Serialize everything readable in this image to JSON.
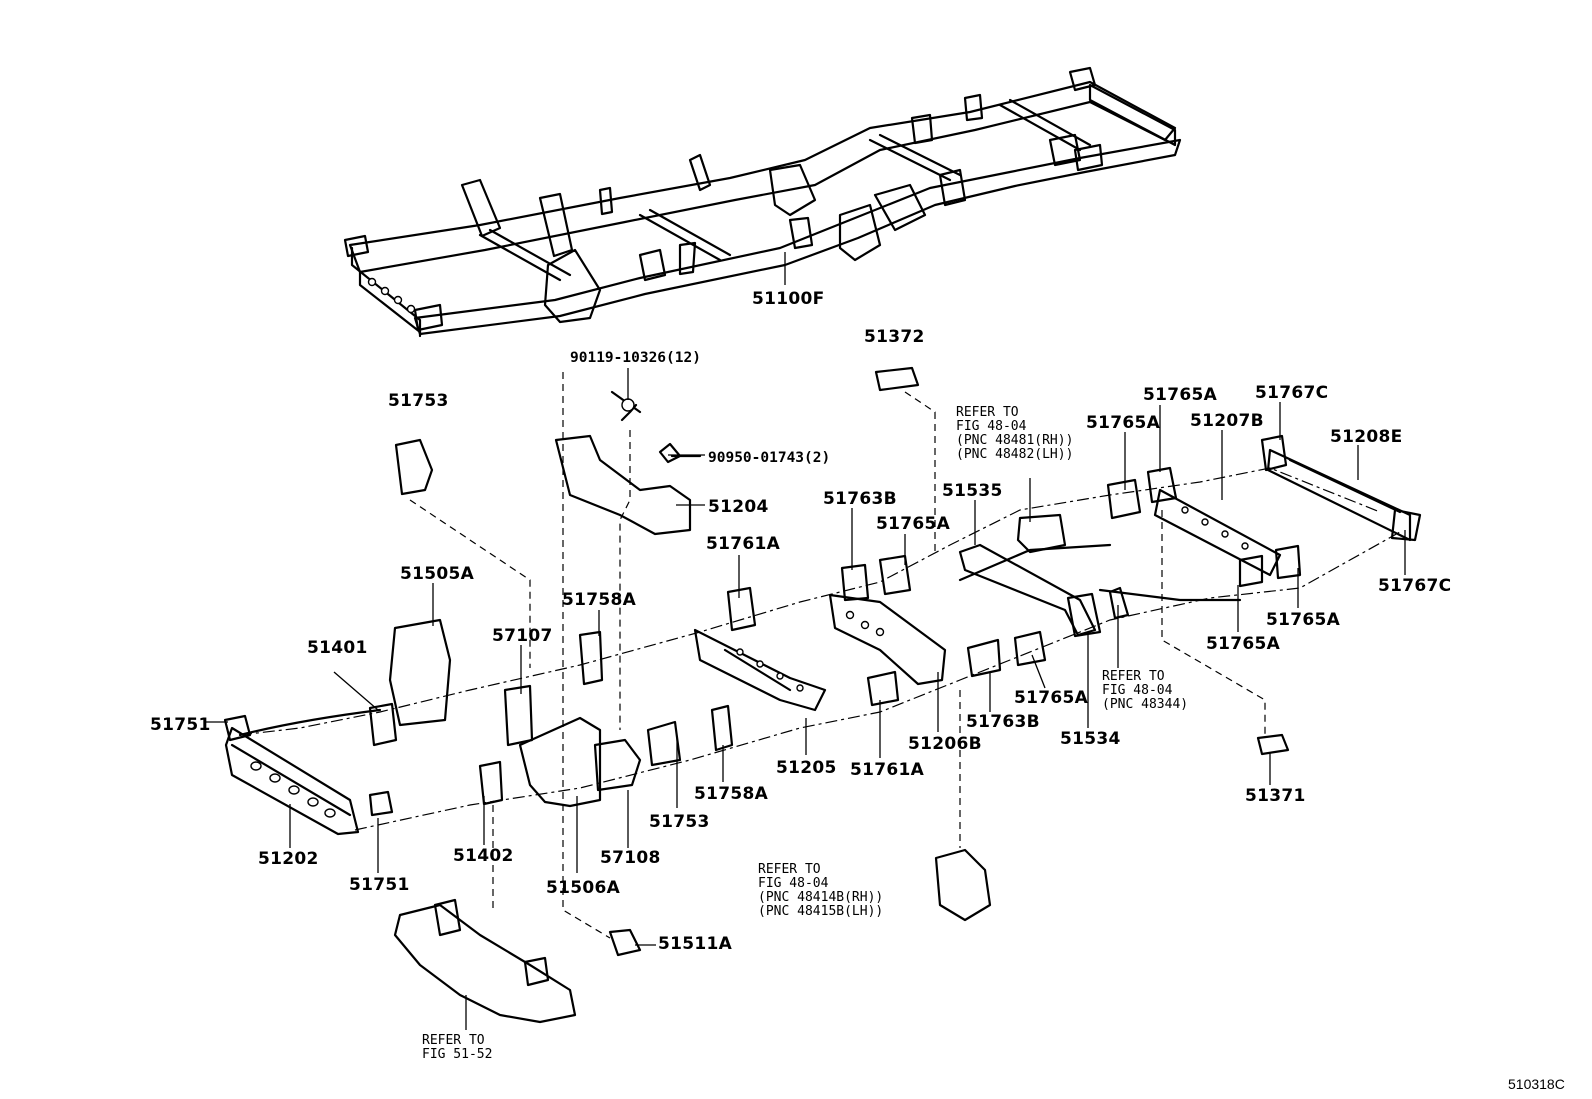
{
  "figure_code": "510318C",
  "labels": {
    "p51100F": "51100F",
    "p51372": "51372",
    "p90119": "90119-10326(12)",
    "p90950": "90950-01743(2)",
    "p51204": "51204",
    "p51753_top": "51753",
    "p51505A": "51505A",
    "p51401": "51401",
    "p51751_left": "51751",
    "p51202": "51202",
    "p51751_bottom": "51751",
    "p51402": "51402",
    "p57107": "57107",
    "p51758A_top": "51758A",
    "p51506A": "51506A",
    "p57108": "57108",
    "p51753_mid": "51753",
    "p51758A_mid": "51758A",
    "p51761A_top": "51761A",
    "p51205": "51205",
    "p51761A_bottom": "51761A",
    "p51763B_top": "51763B",
    "p51765A_a": "51765A",
    "p51206B": "51206B",
    "p51763B_bottom": "51763B",
    "p51765A_b": "51765A",
    "p51535": "51535",
    "p51534": "51534",
    "p51765A_c": "51765A",
    "p51765A_d": "51765A",
    "p51207B": "51207B",
    "p51767C_top": "51767C",
    "p51208E": "51208E",
    "p51767C_right": "51767C",
    "p51765A_e": "51765A",
    "p51765A_f": "51765A",
    "p51371": "51371",
    "p51511A": "51511A"
  },
  "notes": {
    "ref_4848x": "REFER TO\nFIG 48-04\n(PNC 48481(RH))\n(PNC 48482(LH))",
    "ref_48344": "REFER TO\nFIG 48-04\n(PNC 48344)",
    "ref_4841x": "REFER TO\nFIG 48-04\n(PNC 48414B(RH))\n(PNC 48415B(LH))",
    "ref_5152": "REFER TO\nFIG 51-52"
  }
}
